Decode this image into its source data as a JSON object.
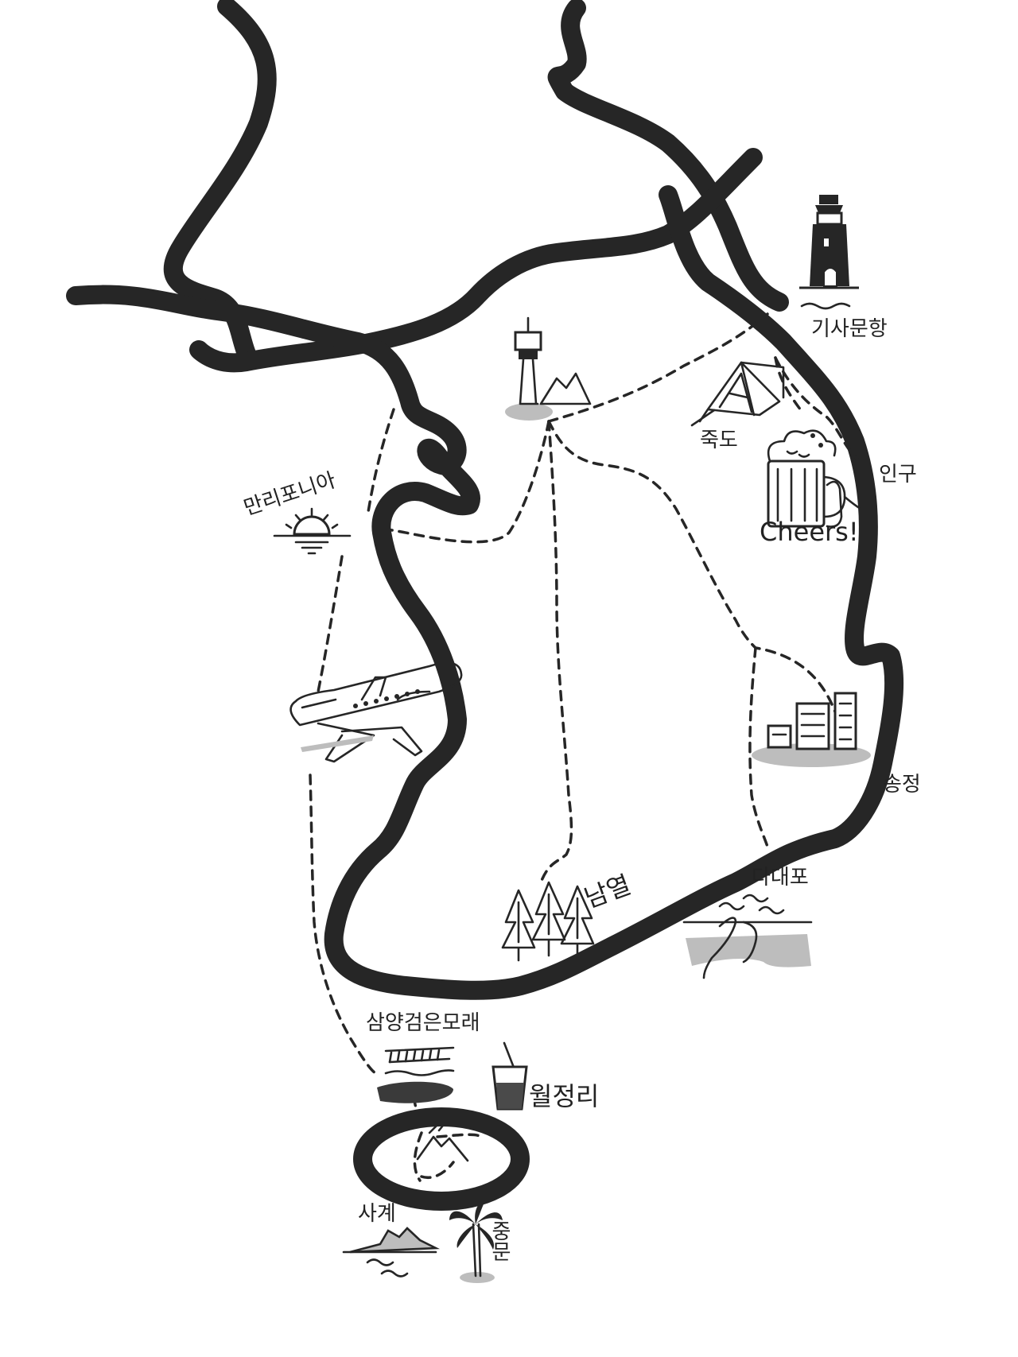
{
  "map": {
    "places": [
      {
        "id": "gisamun",
        "label": "기사문항",
        "icon": "lighthouse-icon"
      },
      {
        "id": "jukdo",
        "label": "죽도",
        "icon": "tent-icon"
      },
      {
        "id": "ingu",
        "label": "인구",
        "icon": "beer-mug-icon"
      },
      {
        "id": "cheers",
        "label": "Cheers!",
        "icon": ""
      },
      {
        "id": "malipo",
        "label": "만리포니아",
        "icon": "sunset-icon"
      },
      {
        "id": "songjeong",
        "label": "송정",
        "icon": "buildings-icon"
      },
      {
        "id": "dadaepo",
        "label": "다대포",
        "icon": "river-icon"
      },
      {
        "id": "namyeol",
        "label": "남열",
        "icon": "pine-trees-icon"
      },
      {
        "id": "samyang",
        "label": "삼양검은모래",
        "icon": "black-sand-beach-icon"
      },
      {
        "id": "woljeong",
        "label": "월정리",
        "icon": "iced-drink-icon"
      },
      {
        "id": "sagye",
        "label": "사계",
        "icon": "rock-island-icon"
      },
      {
        "id": "jungmun",
        "label": "중문",
        "icon": "palm-tree-icon"
      }
    ],
    "other_icons": [
      "seoul-tower-icon",
      "airplane-icon",
      "volcano-icon"
    ],
    "colors": {
      "ink": "#262626",
      "shade": "#bdbdbd",
      "background": "#ffffff"
    }
  }
}
